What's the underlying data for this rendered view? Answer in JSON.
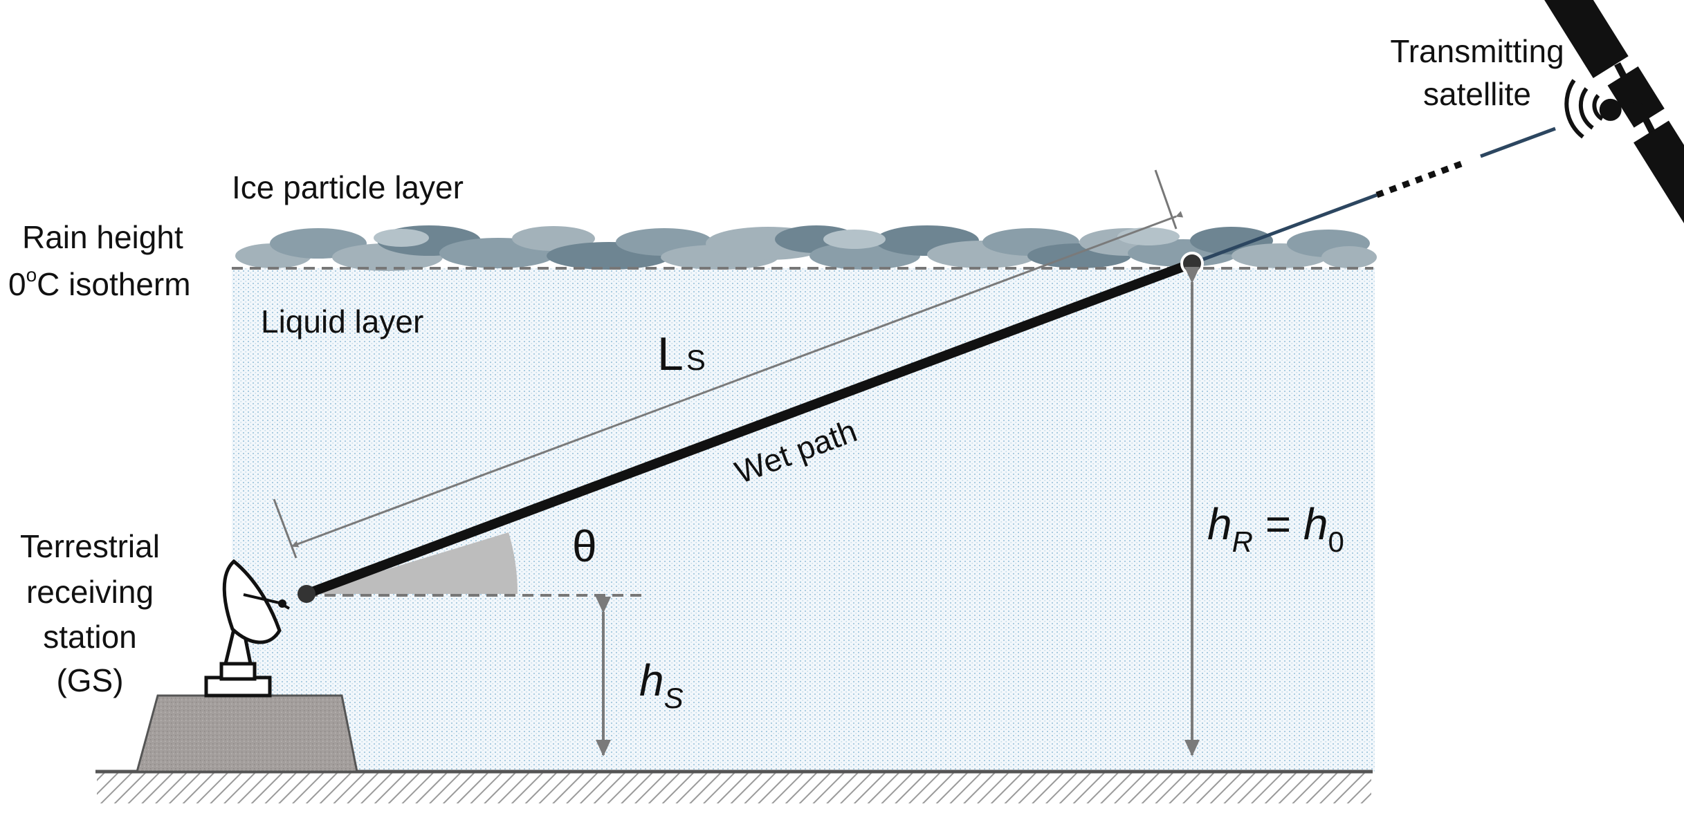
{
  "labels": {
    "transmitter": [
      "Transmitting",
      "satellite"
    ],
    "ice_layer": "Ice particle layer",
    "rain_height": [
      "Rain height",
      "0",
      "o",
      "C isotherm"
    ],
    "liquid_layer": "Liquid layer",
    "path_length": [
      "L",
      "S"
    ],
    "wet_path": "Wet path",
    "elevation": "θ",
    "station": [
      "Terrestrial",
      "receiving",
      "station",
      "(GS)"
    ],
    "station_height": [
      "h",
      "S"
    ],
    "rain_eq": [
      "h",
      "R",
      " = ",
      "h",
      "0"
    ]
  },
  "colors": {
    "rain_dots": "#a9cbe0",
    "rain_bg": "#f2f7fb",
    "cloud_dark": "#6e8592",
    "cloud_light": "#a3b2ba",
    "ground": "#a0a0a0",
    "building": "#a39e9c",
    "path": "#111111",
    "arrow": "#7a7a7a",
    "angle_fill": "#bdbdbd"
  }
}
